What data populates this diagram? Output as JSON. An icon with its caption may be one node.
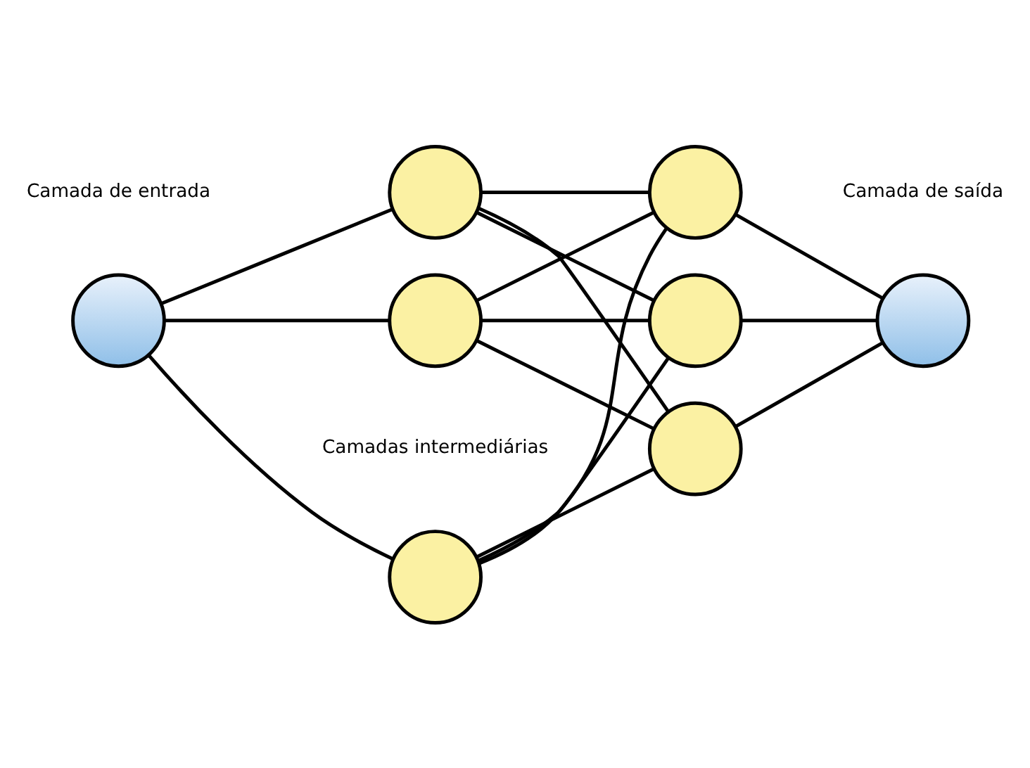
{
  "diagram": {
    "nodes": [
      {
        "text": [],
        "shape": "circle"
      },
      {
        "text": [],
        "shape": "circle"
      },
      {
        "text": [],
        "shape": "circle"
      },
      {
        "text": [],
        "shape": "circle"
      },
      {
        "text": [],
        "shape": "circle"
      },
      {
        "text": [],
        "shape": "circle"
      },
      {
        "text": [],
        "shape": "circle"
      },
      {
        "text": [],
        "shape": "circle"
      }
    ],
    "edges": [
      {
        "from": 0,
        "to": 1,
        "arrow": "none"
      },
      {
        "from": 0,
        "to": 2,
        "arrow": "none"
      },
      {
        "from": 0,
        "to": 3,
        "arrow": "none"
      },
      {
        "from": 1,
        "to": 4,
        "arrow": "none"
      },
      {
        "from": 1,
        "to": 5,
        "arrow": "none"
      },
      {
        "from": 1,
        "to": 6,
        "arrow": "none"
      },
      {
        "from": 2,
        "to": 4,
        "arrow": "none"
      },
      {
        "from": 2,
        "to": 5,
        "arrow": "none"
      },
      {
        "from": 2,
        "to": 6,
        "arrow": "none"
      },
      {
        "from": 3,
        "to": 4,
        "arrow": "none"
      },
      {
        "from": 3,
        "to": 5,
        "arrow": "none"
      },
      {
        "from": 3,
        "to": 6,
        "arrow": "none"
      },
      {
        "from": 4,
        "to": 7,
        "arrow": "none"
      },
      {
        "from": 5,
        "to": 7,
        "arrow": "none"
      },
      {
        "from": 6,
        "to": 7,
        "arrow": "none"
      }
    ],
    "labels": [
      "Camadas intermediárias",
      "Camada de entrada",
      "Camada de saída"
    ]
  }
}
